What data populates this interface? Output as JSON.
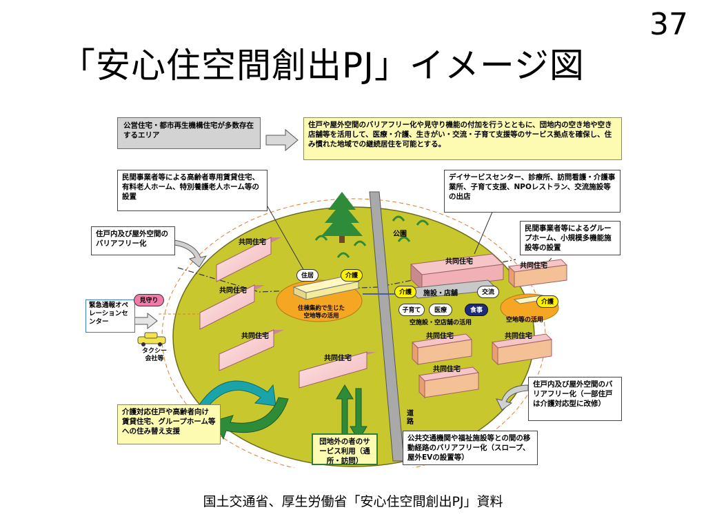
{
  "slide": {
    "page_number": "37",
    "title": "「安心住空間創出PJ」イメージ図",
    "source": "国土交通省、厚生労働省「安心住空間創出PJ」資料"
  },
  "diagram": {
    "top_left_box": "公営住宅・都市再生機構住宅が多数存在するエリア",
    "top_right_box": "住戸や屋外空間のバリアフリー化や見守り機能の付加を行うとともに、団地内の空き地や空き店舗等を活用して、医療・介護、生きがい・交流・子育て支援等のサービス拠点を確保し、住み慣れた地域での継続居住を可能とする。",
    "callout_private_housing": "民間事業者等による高齢者専用賃貸住宅、有料老人ホーム、特別養護老人ホーム等の設置",
    "callout_dayservice": "デイサービスセンター、診療所、訪問看護・介護事業所、子育て支援、NPOレストラン、交流施設等の出店",
    "callout_barrierfree_left": "住戸内及び屋外空間のバリアフリー化",
    "callout_group_home": "民間事業者等によるグループホーム、小規模多機能施設等の設置",
    "callout_emergency": "緊急通報オペレーションセンター",
    "label_mimamori": "見守り",
    "label_taxi": "タクシー会社等",
    "callout_relocation": "介護対応住戸や高齢者向け賃貸住宅、グループホーム等への住み替え支援",
    "callout_outside_users": "団地外の者のサービス利用（通所・訪問）",
    "callout_transport": "公共交通機関や福祉施設等との間の移動経路のバリアフリー化（スロープ、屋外EVの設置等）",
    "callout_barrierfree_right": "住戸内及び屋外空間のバリアフリー化（一部住戸は介護対応型に改修）",
    "label_park": "公園",
    "label_road": "道路",
    "building_label": "共同住宅",
    "label_housing": "住居",
    "label_care": "介護",
    "label_vacant_use": "住棟集約で生じた空地等の活用",
    "label_facility": "施設・店舗",
    "label_kosodate": "子育て",
    "label_iryo": "医療",
    "label_shokuji": "食事",
    "label_koryu": "交流",
    "label_shop_use": "空施設・空店舗の活用",
    "label_vacant_land": "空地等の活用",
    "colors": {
      "ellipse_fill": "#c8c72e",
      "callout_yellow": "#fdfbb2",
      "building_pink": "#f5c5c8",
      "road_grey": "#a9a9a9",
      "accent_yellow": "#fff200",
      "arrow_teal": "#1aa3a8",
      "arrow_green": "#2e8b3a"
    }
  }
}
